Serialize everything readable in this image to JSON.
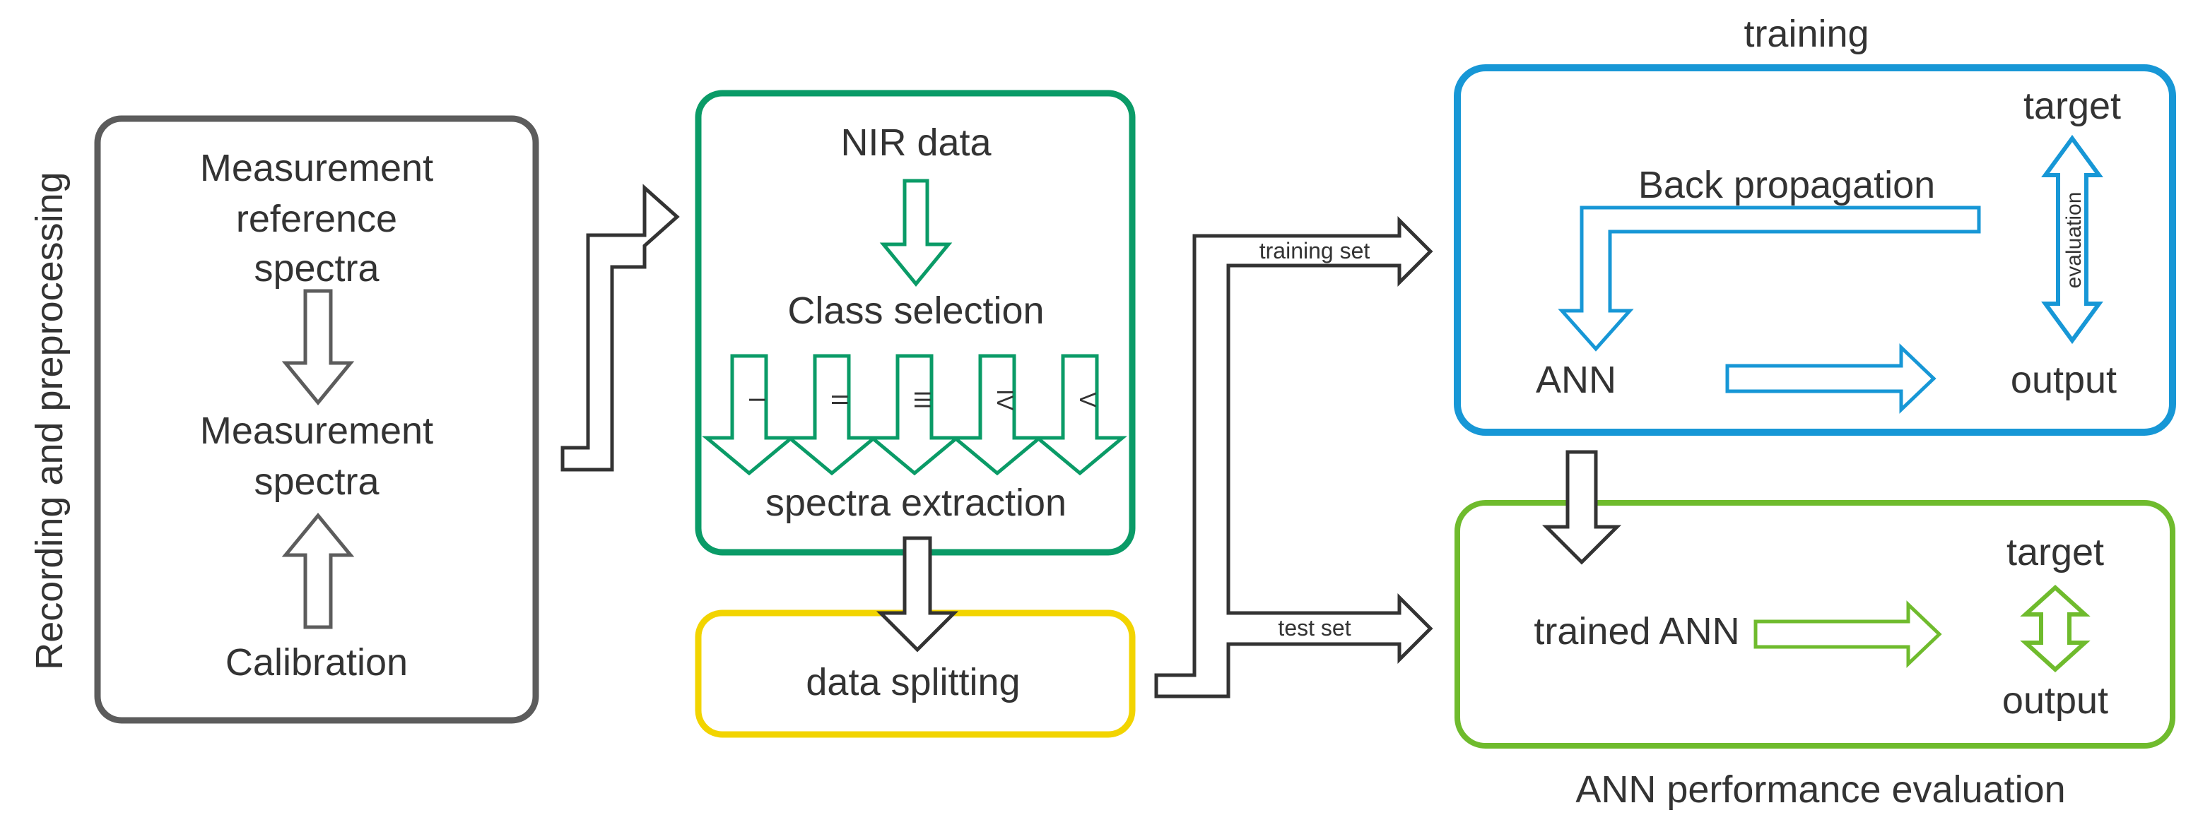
{
  "colors": {
    "gray": "#5c5c5c",
    "green": "#0a9b67",
    "yellow": "#f2d400",
    "blue": "#1797d6",
    "lime": "#6fbb2d",
    "text": "#333333"
  },
  "labels": {
    "side_label": "Recording and preprocessing",
    "measurement_reference": [
      "Measurement",
      "reference",
      "spectra"
    ],
    "measurement_spectra": [
      "Measurement",
      "spectra"
    ],
    "calibration": "Calibration",
    "nir_data": "NIR data",
    "class_selection": "Class selection",
    "class_numerals": [
      "I",
      "II",
      "III",
      "IV",
      "V"
    ],
    "spectra_extraction": "spectra extraction",
    "data_splitting": "data splitting",
    "training_set": "training set",
    "test_set": "test set",
    "training_title": "training",
    "back_propagation": "Back propagation",
    "target_training": "target",
    "evaluation": "evaluation",
    "ann": "ANN",
    "output_training": "output",
    "trained_ann": "trained ANN",
    "target_eval": "target",
    "output_eval": "output",
    "performance_title": "ANN performance evaluation"
  }
}
